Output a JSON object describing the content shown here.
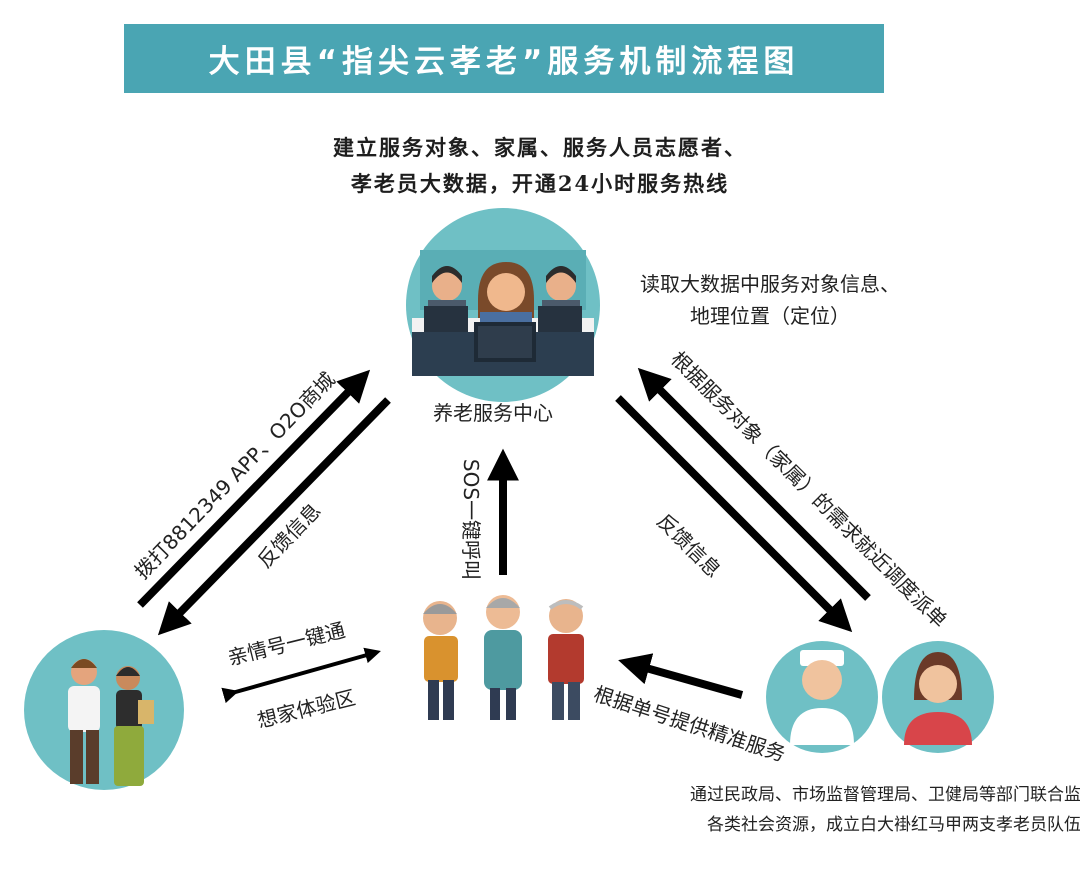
{
  "title": "大田县“指尖云孝老”服务机制流程图",
  "intro": {
    "line1": "建立服务对象、家属、服务人员志愿者、",
    "line2": "孝老员大数据，开通24小时服务热线"
  },
  "center": {
    "label": "养老服务中心"
  },
  "top_right_note": {
    "line1": "读取大数据中服务对象信息、",
    "line2": "地理位置（定位）"
  },
  "arrows": {
    "left_up": "拨打8812349   APP、O2O商城",
    "left_down": "反馈信息",
    "middle_up": "SOS一键呼叫",
    "right_down": "根据服务对象（家属）的需求就近调度派单",
    "right_up": "反馈信息",
    "bottom_right": "根据单号提供精准服务",
    "family_top": "亲情号一键通",
    "family_bottom": "想家体验区"
  },
  "bottom_right_note": {
    "line1": "通过民政局、市场监督管理局、卫健局等部门联合监管",
    "line2": "各类社会资源，成立白大褂红马甲两支孝老员队伍"
  },
  "colors": {
    "banner": "#4aa5b3",
    "circle": "#6fc0c5",
    "arrow": "#000000"
  }
}
